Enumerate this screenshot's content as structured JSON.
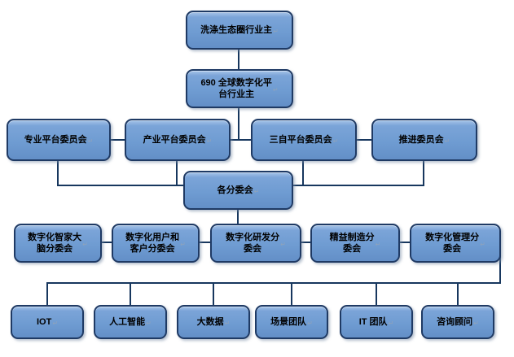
{
  "diagram": {
    "type": "org-chart",
    "background": "#ffffff",
    "node_fill": "#6f9cd2",
    "node_border": "#1f3a64",
    "connector_color": "#17375e",
    "return_mark": "↵",
    "nodes": {
      "top": "洗涤生态圈行业主",
      "platform": "690 全球数字化平\n台行业主",
      "committees": [
        "专业平台委员会",
        "产业平台委员会",
        "三自平台委员会",
        "推进委员会"
      ],
      "hub": "各分委会",
      "subcommittees": [
        "数字化智家大\n脑分委会",
        "数字化用户和\n客户分委会",
        "数字化研发分\n委会",
        "精益制造分\n委会",
        "数字化管理分\n委会"
      ],
      "teams": [
        "IOT",
        "人工智能",
        "大数据",
        "场景团队",
        "IT 团队",
        "咨询顾问"
      ]
    }
  }
}
